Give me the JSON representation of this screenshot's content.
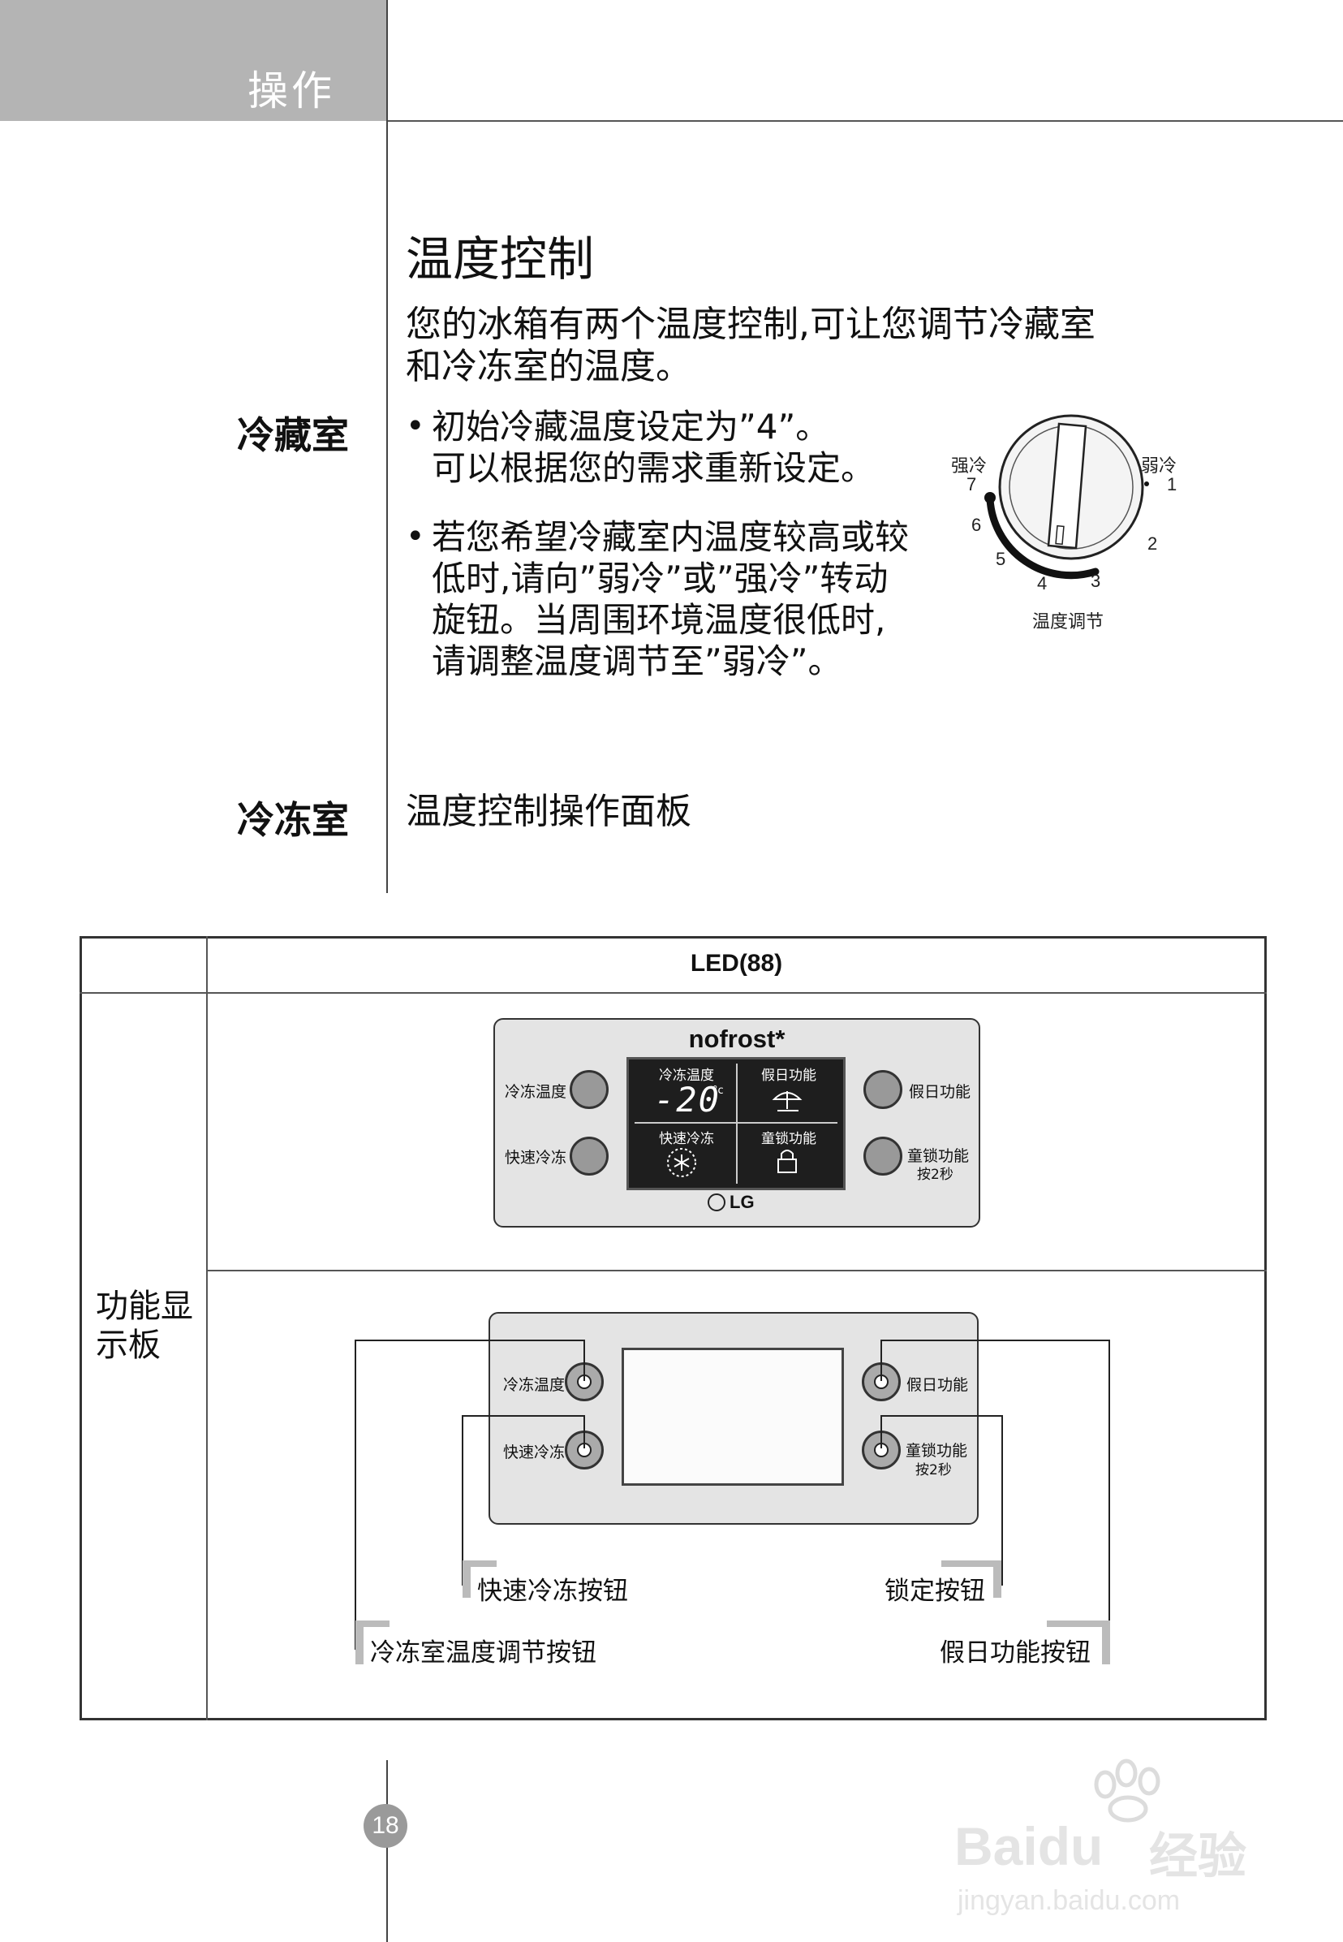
{
  "header": {
    "section": "操作"
  },
  "title": "温度控制",
  "intro": [
    "您的冰箱有两个温度控制,可让您调节冷藏室",
    "和冷冻室的温度。"
  ],
  "fridge": {
    "label": "冷藏室",
    "bullet1": [
      "初始冷藏温度设定为”4”。",
      "可以根据您的需求重新设定。"
    ],
    "bullet2": [
      "若您希望冷藏室内温度较高或较",
      "低时,请向”弱冷”或”强冷”转动",
      "旋钮。当周围环境温度很低时,",
      "请调整温度调节至”弱冷”。"
    ],
    "dial": {
      "strong": "强冷",
      "weak": "弱冷",
      "caption": "温度调节",
      "numbers": [
        "1",
        "2",
        "3",
        "4",
        "5",
        "6",
        "7"
      ]
    }
  },
  "freezer": {
    "label": "冷冻室",
    "subtitle": "温度控制操作面板"
  },
  "table": {
    "header": "LED(88)",
    "row_label": [
      "功能显",
      "示板"
    ],
    "panel": {
      "brand": "nofrost*",
      "logo": "LG",
      "btn_freeze_temp": "冷冻温度",
      "btn_quick_freeze": "快速冷冻",
      "btn_holiday": "假日功能",
      "btn_lock": "童锁功能",
      "btn_lock_sub": "按2秒",
      "cell_freeze_temp": "冷冻温度",
      "cell_holiday": "假日功能",
      "cell_quick_freeze": "快速冷冻",
      "cell_lock": "童锁功能",
      "display_value": "-20",
      "display_unit": "°c"
    },
    "callouts": {
      "quick_freeze": "快速冷冻按钮",
      "lock": "锁定按钮",
      "freeze_temp": "冷冻室温度调节按钮",
      "holiday": "假日功能按钮"
    }
  },
  "page_number": "18",
  "watermark": {
    "brand": "Bai",
    "brand2": "du",
    "cn": "经验",
    "url": "jingyan.baidu.com"
  }
}
